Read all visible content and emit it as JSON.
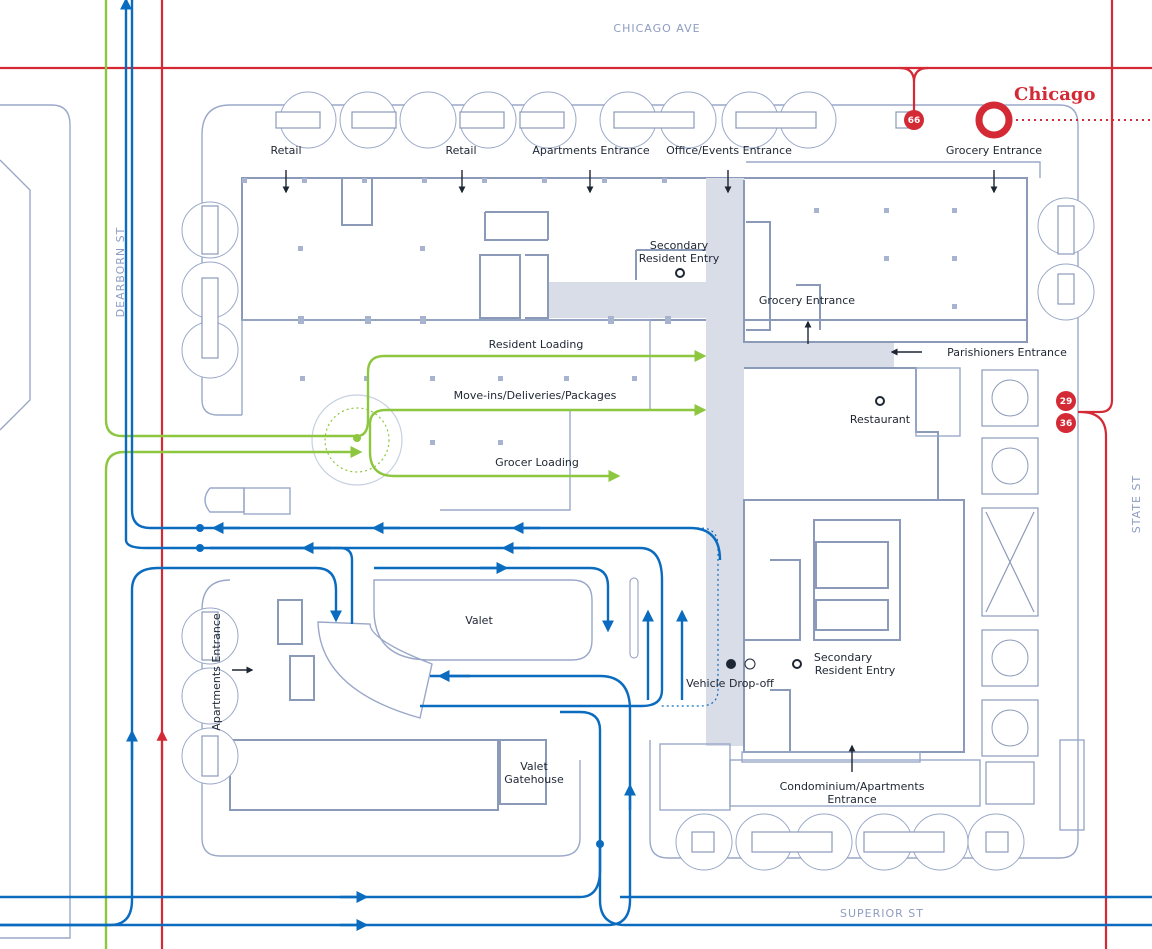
{
  "streets": {
    "north": "CHICAGO AVE",
    "south": "SUPERIOR ST",
    "west": "DEARBORN ST",
    "east": "STATE ST"
  },
  "transit": {
    "station": "Chicago",
    "bus_routes": [
      "66",
      "29",
      "36"
    ],
    "colors": {
      "rail": "#d32a36",
      "vehicle": "#0b6cbf",
      "loading": "#8dc63f",
      "corridor": "#d9dde7",
      "building": "#9aa8c8"
    }
  },
  "labels": {
    "retail_1": "Retail",
    "retail_2": "Retail",
    "apartments_entrance_north": "Apartments Entrance",
    "office_events_entrance": "Office/Events Entrance",
    "grocery_entrance_north": "Grocery Entrance",
    "secondary_resident_entry_north_l1": "Secondary",
    "secondary_resident_entry_north_l2": "Resident Entry",
    "grocery_entrance_inner": "Grocery Entrance",
    "parishioners_entrance": "Parishioners Entrance",
    "resident_loading": "Resident Loading",
    "move_ins": "Move-ins/Deliveries/Packages",
    "grocer_loading": "Grocer Loading",
    "restaurant": "Restaurant",
    "valet": "Valet",
    "vehicle_dropoff": "Vehicle Drop-off",
    "secondary_resident_entry_south_l1": "Secondary",
    "secondary_resident_entry_south_l2": "Resident Entry",
    "apartments_entrance_west": "Apartments Entrance",
    "valet_gatehouse_l1": "Valet",
    "valet_gatehouse_l2": "Gatehouse",
    "condo_entrance_l1": "Condominium/Apartments",
    "condo_entrance_l2": "Entrance"
  }
}
